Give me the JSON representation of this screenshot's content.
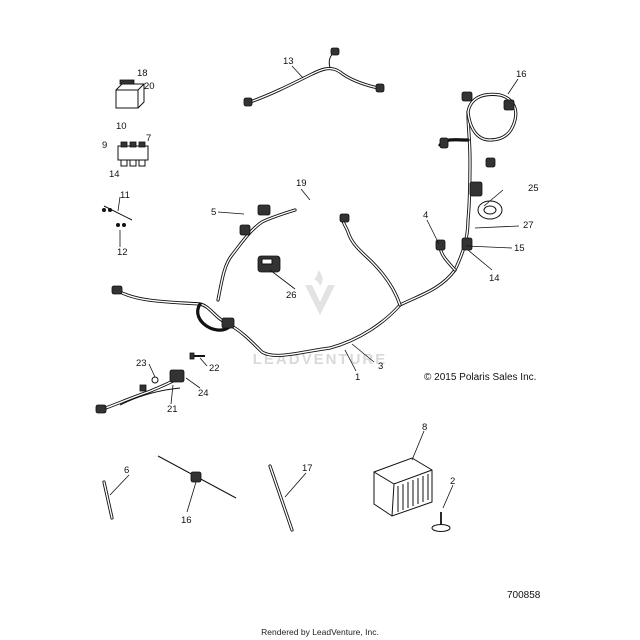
{
  "diagram": {
    "callouts": {
      "c1": "1",
      "c2": "2",
      "c3": "3",
      "c4": "4",
      "c5": "5",
      "c6": "6",
      "c7": "7",
      "c8": "8",
      "c9": "9",
      "c10": "10",
      "c11": "11",
      "c12": "12",
      "c13": "13",
      "c14a": "14",
      "c14b": "14",
      "c15": "15",
      "c16a": "16",
      "c16b": "16",
      "c17": "17",
      "c18": "18",
      "c19": "19",
      "c20": "20",
      "c21": "21",
      "c22": "22",
      "c23": "23",
      "c24": "24",
      "c25": "25",
      "c26": "26",
      "c27": "27"
    },
    "copyright": "© 2015 Polaris Sales Inc.",
    "diagram_number": "700858",
    "watermark": "LEADVENTURE",
    "footer": "Rendered by LeadVenture, Inc."
  }
}
